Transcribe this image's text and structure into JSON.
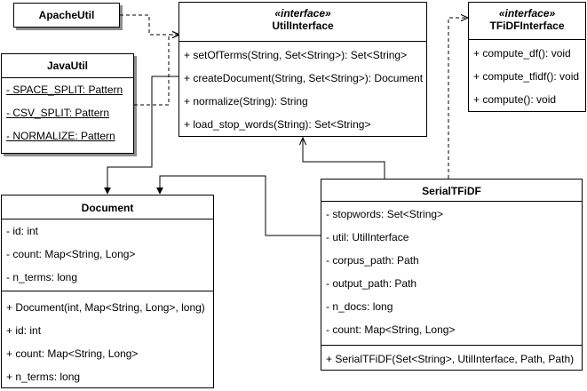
{
  "classes": {
    "apache_util": {
      "name": "ApacheUtil"
    },
    "java_util": {
      "name": "JavaUtil",
      "attributes": [
        "- SPACE_SPLIT: Pattern",
        "- CSV_SPLIT: Pattern",
        "- NORMALIZE: Pattern"
      ]
    },
    "util_interface": {
      "stereotype": "«interface»",
      "name": "UtilInterface",
      "methods": [
        "+ setOfTerms(String, Set<String>): Set<String>",
        "+ createDocument(String, Set<String>): Document",
        "+ normalize(String): String",
        "+ load_stop_words(String): Set<String>"
      ]
    },
    "tfidf_interface": {
      "stereotype": "«interface»",
      "name": "TFiDFInterface",
      "methods": [
        "+ compute_df(): void",
        "+ compute_tfidf(): void",
        "+ compute(): void"
      ]
    },
    "document": {
      "name": "Document",
      "attributes": [
        "- id: int",
        "- count: Map<String, Long>",
        "- n_terms: long"
      ],
      "methods": [
        "+ Document(int, Map<String, Long>, long)",
        "+ id: int",
        "+ count: Map<String, Long>",
        "+ n_terms: long"
      ]
    },
    "serial_tfidf": {
      "name": "SerialTFiDF",
      "attributes": [
        "- stopwords: Set<String>",
        "- util: UtilInterface",
        "- corpus_path: Path",
        "- output_path: Path",
        "- n_docs: long",
        "- count: Map<String, Long>"
      ],
      "methods": [
        "+ SerialTFiDF(Set<String>, UtilInterface, Path, Path)"
      ]
    }
  }
}
